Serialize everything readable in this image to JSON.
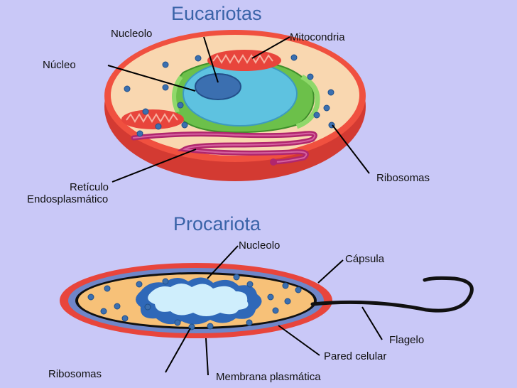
{
  "eukaryote": {
    "title": "Eucariotas",
    "labels": {
      "nucleolus": "Nucleolo",
      "mitochondria": "Mitocondria",
      "nucleus": "Núcleo",
      "ribosomes": "Ribosomas",
      "er_line1": "Retículo",
      "er_line2": "Endosplasmático"
    }
  },
  "prokaryote": {
    "title": "Procariota",
    "labels": {
      "nucleolus": "Nucleolo",
      "capsule": "Cápsula",
      "flagellum": "Flagelo",
      "cell_wall": "Pared celular",
      "ribosomes": "Ribosomas",
      "plasma_membrane": "Membrana plasmática"
    }
  },
  "colors": {
    "background": "#c9c8f7",
    "title": "#3a63a8",
    "cell_membrane": "#e8453c",
    "cytoplasm": "#f9d7b0",
    "nucleus": "#5ec2e0",
    "nucleolus": "#3b6fb0",
    "er": "#b0266e",
    "golgi": "#6cc04a",
    "prok_cytoplasm": "#f7c178",
    "prok_wall": "#3f5fa8"
  }
}
